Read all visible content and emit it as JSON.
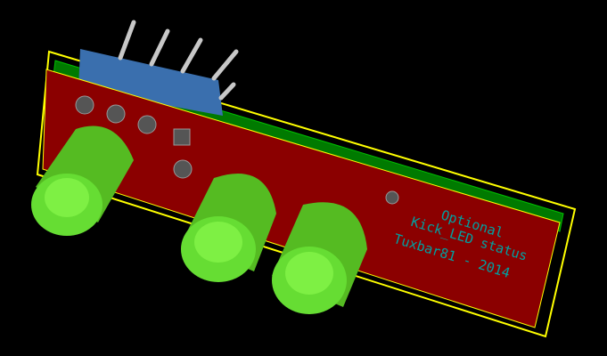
{
  "silkscreen": {
    "line1": "Optional",
    "line2": "Kick_LED status",
    "line3": "Tuxbar81 - 2014"
  },
  "colors": {
    "background": "#000000",
    "board": "#8b0000",
    "silkscreen": "#00a0a0",
    "outline": "#ffff00",
    "copper": "#00a000",
    "led": "#66dd33",
    "header": "#3a6fae"
  },
  "components": {
    "leds": 3,
    "header_pins": 5
  }
}
